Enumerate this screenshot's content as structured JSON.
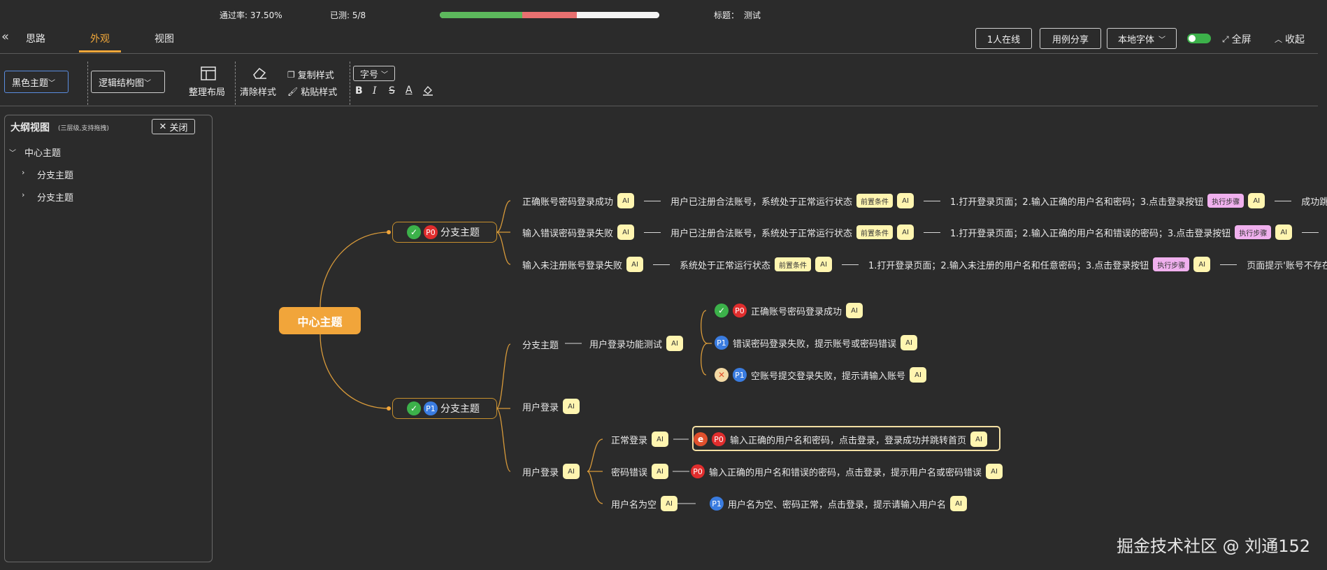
{
  "stats": {
    "pass_rate": "通过率: 37.50%",
    "tested": "已测: 5/8",
    "title_label": "标题：",
    "title_value": "测试"
  },
  "progress": {
    "green_fraction": 0.375,
    "red_fraction": 0.25,
    "rest_fraction": 0.375,
    "colors": {
      "green": "#5cb85c",
      "red": "#e87070",
      "rest": "#f4f4f4"
    }
  },
  "tabs": {
    "collapse_icon": "«",
    "items": [
      "思路",
      "外观",
      "视图"
    ],
    "active": "外观"
  },
  "header_buttons": {
    "online": "1人在线",
    "share": "用例分享",
    "font": "本地字体",
    "fullscreen": "全屏",
    "collapse": "收起"
  },
  "toolbar": {
    "theme": "黑色主题",
    "structure": "逻辑结构图",
    "layout": "整理布局",
    "clear_style": "清除样式",
    "copy_style": "复制样式",
    "paste_style": "粘贴样式",
    "font_size": "字号",
    "bold": "B",
    "italic": "I",
    "strike": "S",
    "font_color": "A"
  },
  "outline": {
    "title": "大纲视图",
    "subtitle": "(三层级,支持拖拽)",
    "close": "关闭",
    "root": "中心主题",
    "children": [
      "分支主题",
      "分支主题"
    ]
  },
  "mindmap": {
    "center": "中心主题",
    "branch1": {
      "priority": "P0",
      "label": "分支主题"
    },
    "branch2": {
      "priority": "P1",
      "label": "分支主题"
    },
    "ai": "AI",
    "pre_tag": "前置条件",
    "step_tag": "执行步骤",
    "b1_rows": [
      {
        "case": "正确账号密码登录成功",
        "pre": "用户已注册合法账号，系统处于正常运行状态",
        "steps": "1.打开登录页面；2.输入正确的用户名和密码；3.点击登录按钮",
        "result": "成功跳"
      },
      {
        "case": "输入错误密码登录失败",
        "pre": "用户已注册合法账号，系统处于正常运行状态",
        "steps": "1.打开登录页面；2.输入正确的用户名和错误的密码；3.点击登录按钮",
        "result": ""
      },
      {
        "case": "输入未注册账号登录失败",
        "pre": "系统处于正常运行状态",
        "steps": "1.打开登录页面；2.输入未注册的用户名和任意密码；3.点击登录按钮",
        "result": "页面提示'账号不存在"
      }
    ],
    "b2": {
      "sub1": {
        "label": "分支主题",
        "child": "用户登录功能测试",
        "cases": [
          {
            "status": "pass",
            "priority": "P0",
            "text": "正确账号密码登录成功"
          },
          {
            "status": "none",
            "priority": "P1",
            "text": "错误密码登录失败，提示账号或密码错误"
          },
          {
            "status": "fail",
            "priority": "P1",
            "text": "空账号提交登录失败，提示请输入账号"
          }
        ]
      },
      "sub2": {
        "label": "用户登录"
      },
      "sub3": {
        "label": "用户登录",
        "cases": [
          {
            "label": "正常登录",
            "priority": "P0",
            "text": "输入正确的用户名和密码，点击登录，登录成功并跳转首页"
          },
          {
            "label": "密码错误",
            "priority": "P0",
            "text": "输入正确的用户名和错误的密码，点击登录，提示用户名或密码错误"
          },
          {
            "label": "用户名为空",
            "priority": "P1",
            "text": "用户名为空、密码正常，点击登录，提示请输入用户名"
          }
        ]
      }
    }
  },
  "watermark": "掘金技术社区 @ 刘通152"
}
